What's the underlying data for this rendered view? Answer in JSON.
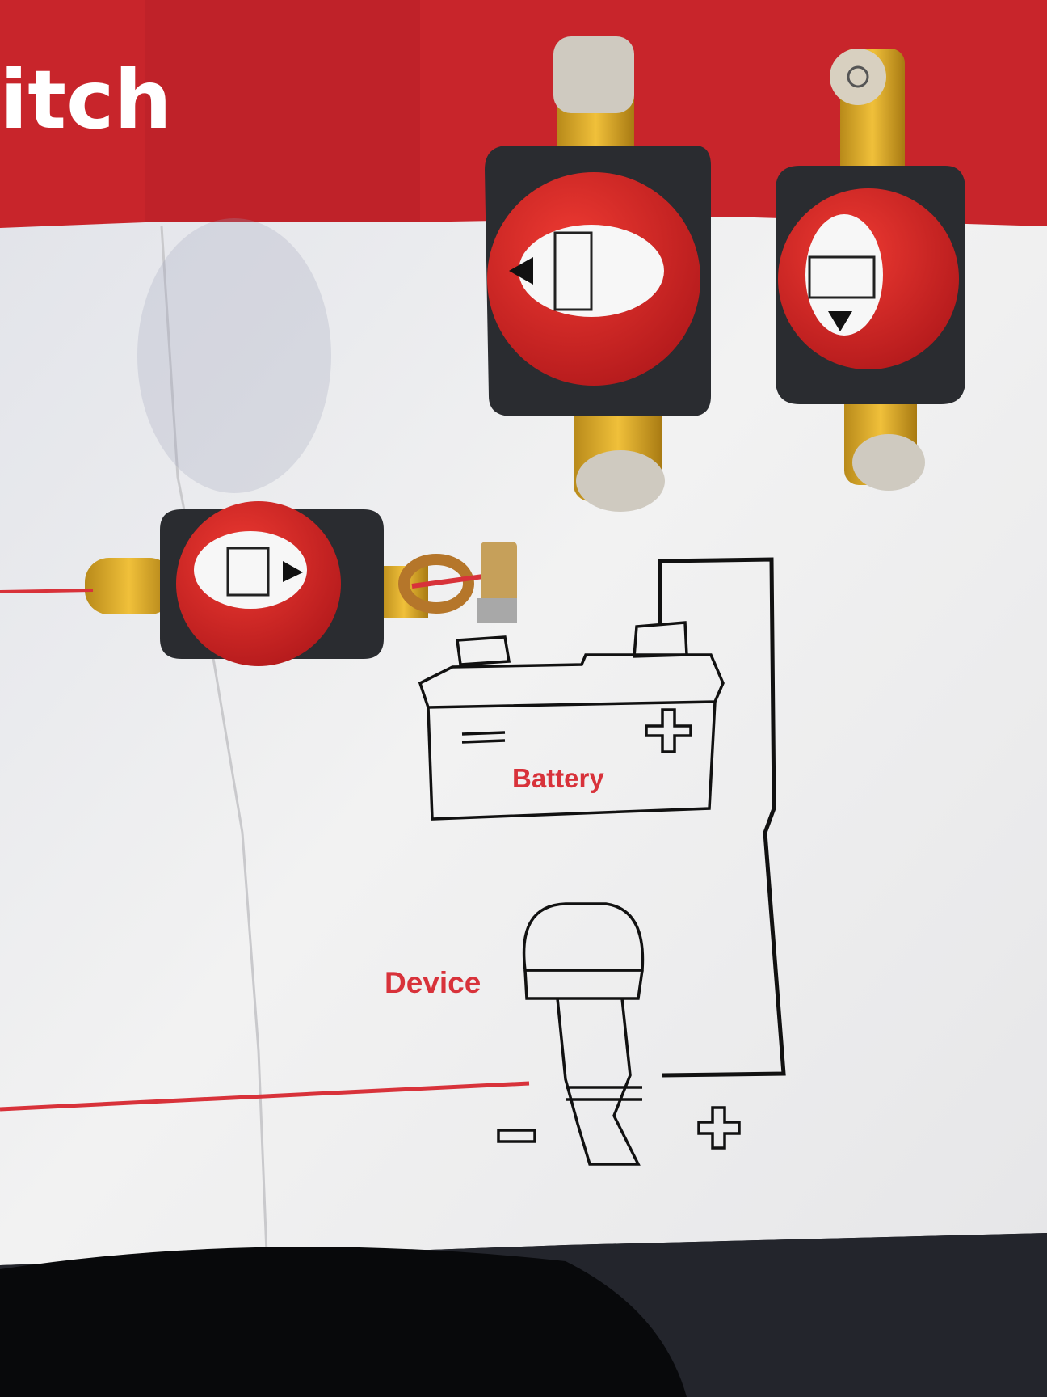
{
  "header": {
    "title_fragment": "itch"
  },
  "diagram": {
    "battery_label": "Battery",
    "device_label": "Device"
  },
  "colors": {
    "brand_red": "#c8252b",
    "label_red": "#d8323a",
    "paper": "#eeeef0",
    "wire": "#111111",
    "brass": "#d9a62a"
  }
}
